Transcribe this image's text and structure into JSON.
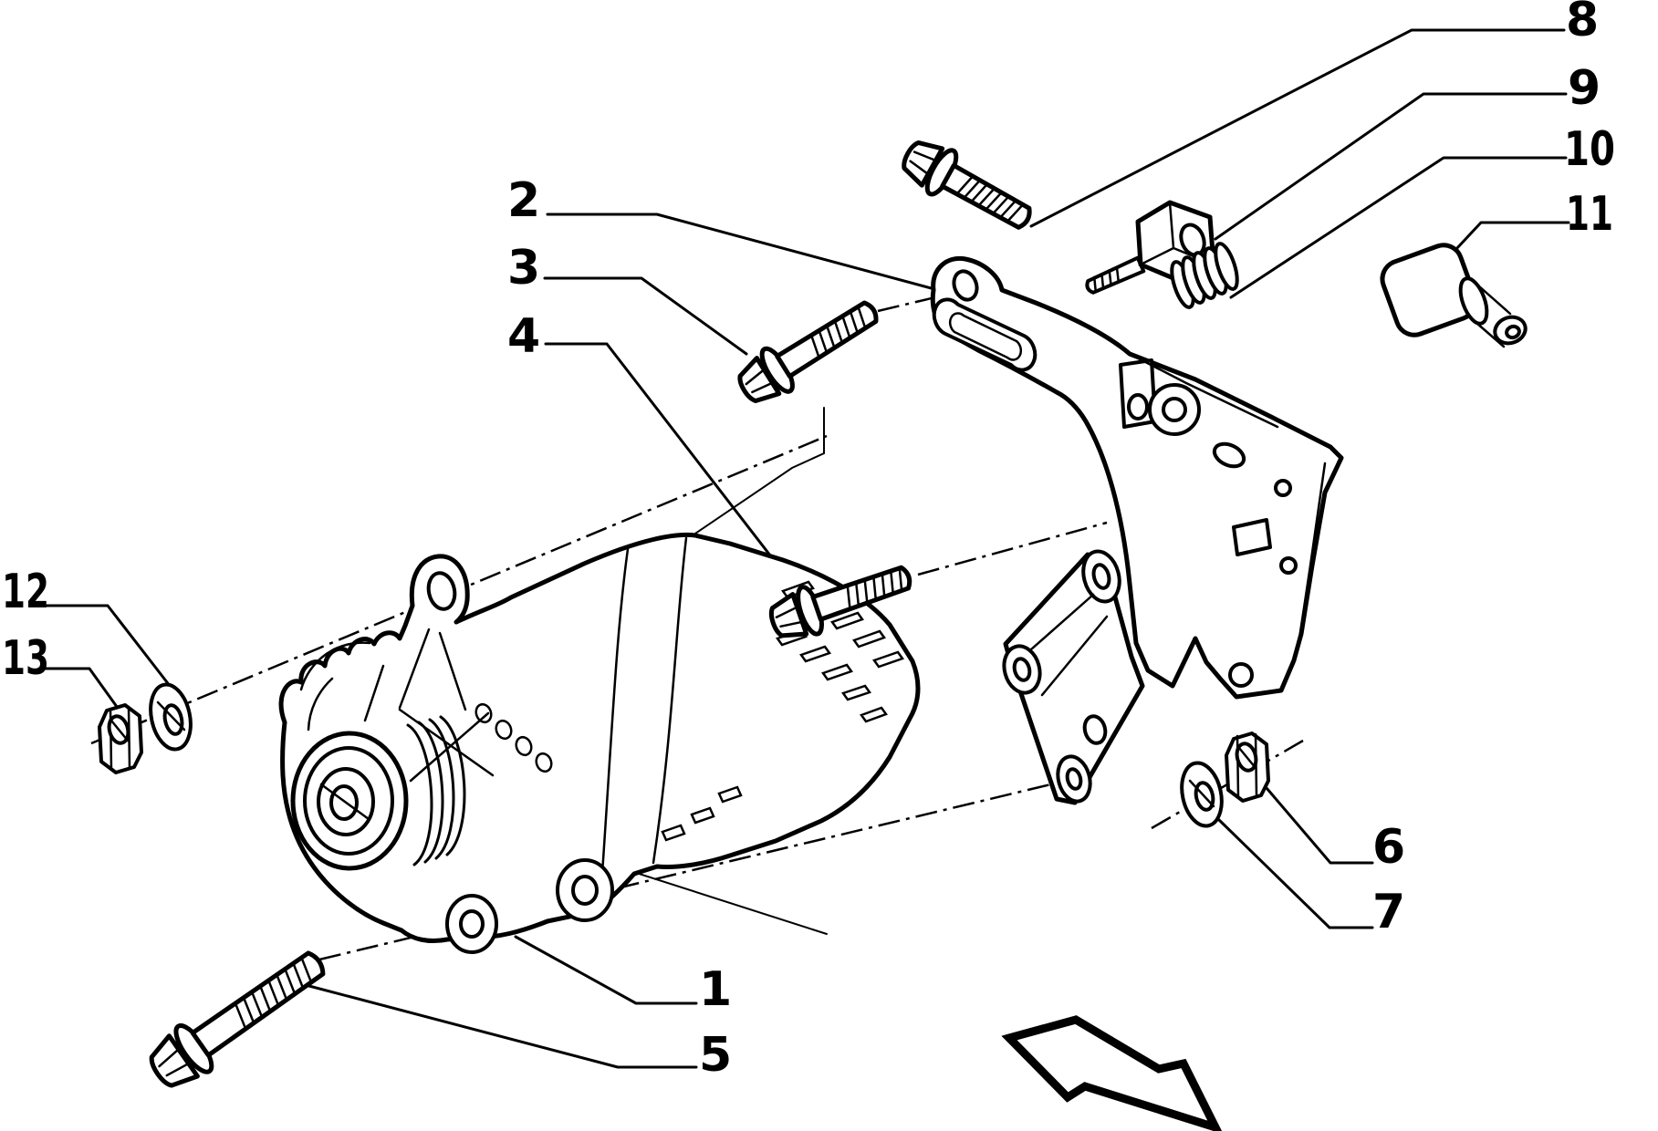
{
  "diagram": {
    "type": "exploded-parts-diagram",
    "background": "#ffffff",
    "ink": "#000000",
    "callouts": [
      {
        "label": "1"
      },
      {
        "label": "2"
      },
      {
        "label": "3"
      },
      {
        "label": "4"
      },
      {
        "label": "5"
      },
      {
        "label": "6"
      },
      {
        "label": "7"
      },
      {
        "label": "8"
      },
      {
        "label": "9"
      },
      {
        "label": "10"
      },
      {
        "label": "11"
      },
      {
        "label": "12"
      },
      {
        "label": "13"
      }
    ],
    "arrow": {
      "direction": "down-right"
    }
  }
}
